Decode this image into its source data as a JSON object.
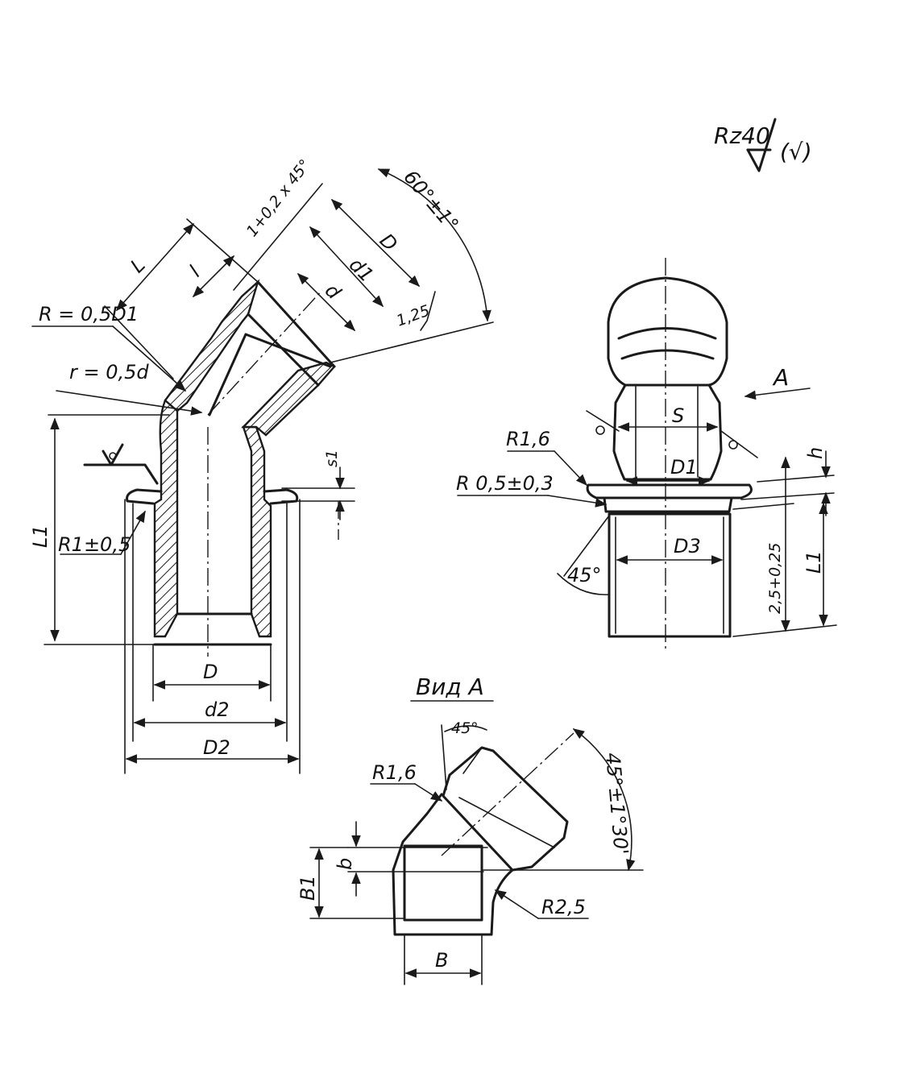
{
  "surface_finish": {
    "code": "Rz40",
    "note": "(√)"
  },
  "section_view": {
    "labels": {
      "L": "L",
      "l": "l",
      "chamfer": "1+0,2 x 45°",
      "D_top": "D",
      "d1": "d1",
      "d": "d",
      "angle": "60°±1°",
      "roughness": "1,25",
      "R_big": "R = 0,5D1",
      "r_small": "r = 0,5d",
      "s1": "s1",
      "L1": "L1",
      "R1": "R1±0,5",
      "D_bottom": "D",
      "d2": "d2",
      "D2": "D2"
    }
  },
  "side_view": {
    "labels": {
      "A": "A",
      "S": "S",
      "R16": "R1,6",
      "h": "h",
      "R05": "R 0,5±0,3",
      "D1": "D1",
      "D3": "D3",
      "angle45": "45°",
      "dim25": "2,5+0,25",
      "L1": "L1"
    }
  },
  "view_a": {
    "title": "Вид A",
    "labels": {
      "angle45": "45°",
      "R16": "R1,6",
      "angle": "45°±1°30'",
      "b": "b",
      "B1": "B1",
      "R25": "R2,5",
      "B": "B"
    }
  }
}
